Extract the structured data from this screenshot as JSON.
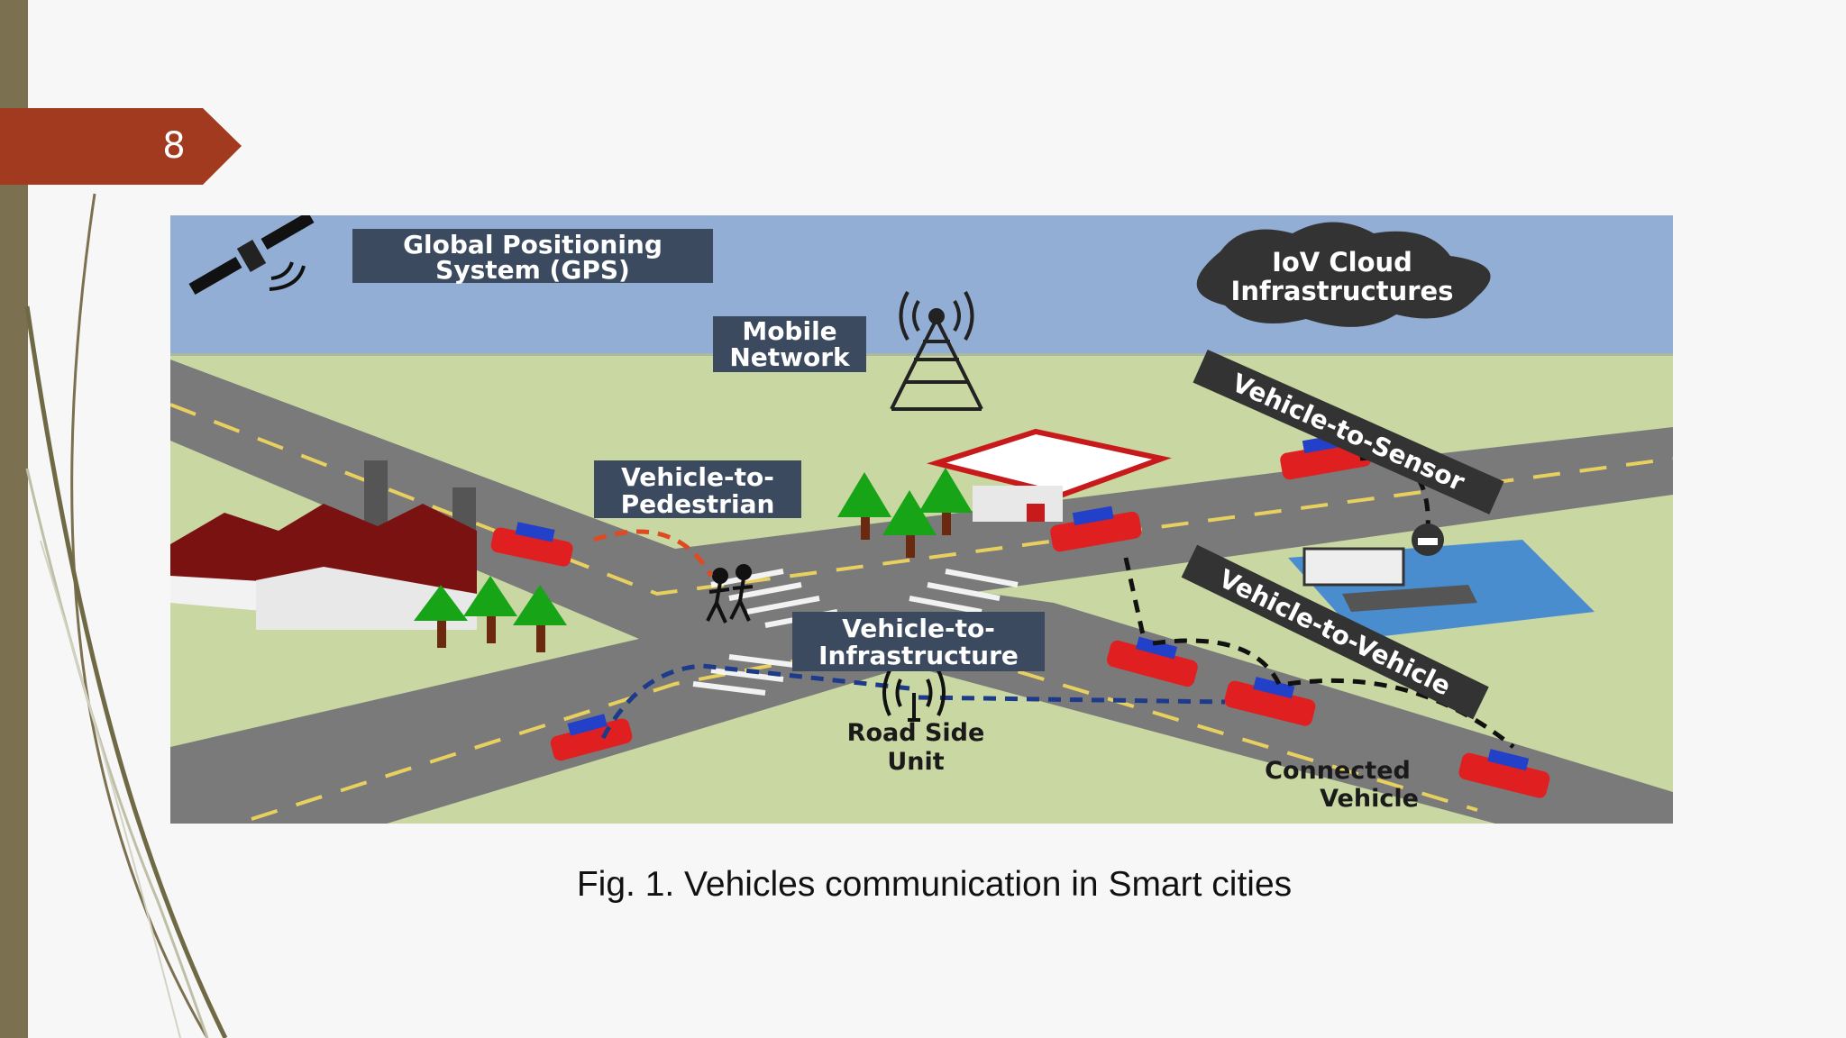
{
  "slide": {
    "number": "8",
    "badge_color": "#a23a1f",
    "accent_color": "#7b7150"
  },
  "figure": {
    "labels": {
      "gps": [
        "Global Positioning",
        "System (GPS)"
      ],
      "mobile": [
        "Mobile",
        "Network"
      ],
      "cloud": [
        "IoV Cloud",
        "Infrastructures"
      ],
      "v2p": [
        "Vehicle-to-",
        "Pedestrian"
      ],
      "v2i": [
        "Vehicle-to-",
        "Infrastructure"
      ],
      "rsu": [
        "Road Side",
        "Unit"
      ],
      "v2s": "Vehicle-to-Sensor",
      "v2v": "Vehicle-to-Vehicle",
      "connected": [
        "Connected",
        "Vehicle"
      ]
    },
    "icons": [
      "satellite-icon",
      "cell-tower-icon",
      "cloud-icon",
      "factory-icon",
      "tree-icon",
      "gas-station-icon",
      "pedestrian-icon",
      "roadside-unit-icon",
      "sensor-icon",
      "car-icon",
      "airport-icon"
    ],
    "colors": {
      "sky": "#93aed5",
      "grass": "#c9d7a2",
      "road": "#7a7a7a",
      "car": "#e02020",
      "link_blue": "#1e3a8a",
      "link_red": "#e04a20"
    }
  },
  "caption": "Fig. 1. Vehicles communication in Smart cities"
}
